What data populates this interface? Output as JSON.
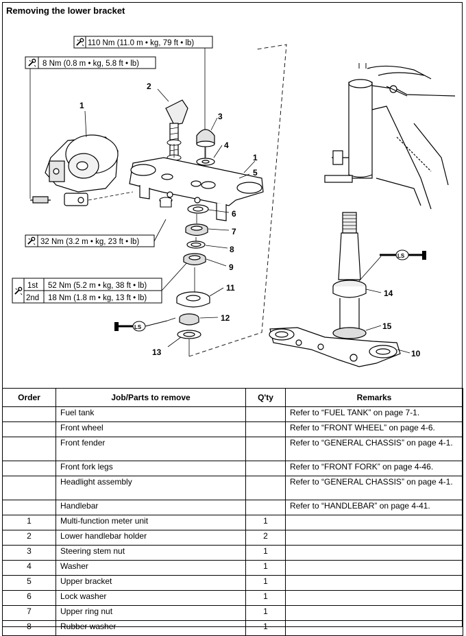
{
  "title": "Removing the lower bracket",
  "torques": {
    "t110": "110 Nm (11.0 m • kg, 79 ft • lb)",
    "t8": "8 Nm (0.8 m • kg, 5.8 ft • lb)",
    "t32": "32 Nm (3.2 m • kg, 23 ft • lb)",
    "first_label": "1st",
    "first_value": "52 Nm (5.2 m • kg, 38 ft • lb)",
    "second_label": "2nd",
    "second_value": "18 Nm (1.8 m • kg, 13 ft • lb)"
  },
  "ls_mark": "LS",
  "callouts": {
    "c1a": "1",
    "c2": "2",
    "c3": "3",
    "c4": "4",
    "c1b": "1",
    "c5": "5",
    "c6": "6",
    "c7": "7",
    "c8": "8",
    "c9": "9",
    "c11": "11",
    "c12": "12",
    "c13": "13",
    "c14": "14",
    "c15": "15",
    "c10": "10"
  },
  "table": {
    "headers": {
      "order": "Order",
      "job": "Job/Parts to remove",
      "qty": "Q'ty",
      "remarks": "Remarks"
    },
    "rows": [
      {
        "order": "",
        "job": "Fuel tank",
        "qty": "",
        "remarks": "Refer to “FUEL TANK” on page 7-1."
      },
      {
        "order": "",
        "job": "Front wheel",
        "qty": "",
        "remarks": "Refer to “FRONT WHEEL” on page 4-6."
      },
      {
        "order": "",
        "job": "Front fender",
        "qty": "",
        "remarks": "Refer to “GENERAL CHASSIS” on page 4-1."
      },
      {
        "order": "",
        "job": "Front fork legs",
        "qty": "",
        "remarks": "Refer to “FRONT FORK” on page 4-46."
      },
      {
        "order": "",
        "job": "Headlight assembly",
        "qty": "",
        "remarks": "Refer to “GENERAL CHASSIS” on page 4-1."
      },
      {
        "order": "",
        "job": "Handlebar",
        "qty": "",
        "remarks": "Refer to “HANDLEBAR” on page 4-41."
      },
      {
        "order": "1",
        "job": "Multi-function meter unit",
        "qty": "1",
        "remarks": ""
      },
      {
        "order": "2",
        "job": "Lower handlebar holder",
        "qty": "2",
        "remarks": ""
      },
      {
        "order": "3",
        "job": "Steering stem nut",
        "qty": "1",
        "remarks": ""
      },
      {
        "order": "4",
        "job": "Washer",
        "qty": "1",
        "remarks": ""
      },
      {
        "order": "5",
        "job": "Upper bracket",
        "qty": "1",
        "remarks": ""
      },
      {
        "order": "6",
        "job": "Lock washer",
        "qty": "1",
        "remarks": ""
      },
      {
        "order": "7",
        "job": "Upper ring nut",
        "qty": "1",
        "remarks": ""
      },
      {
        "order": "8",
        "job": "Rubber washer",
        "qty": "1",
        "remarks": ""
      }
    ]
  }
}
